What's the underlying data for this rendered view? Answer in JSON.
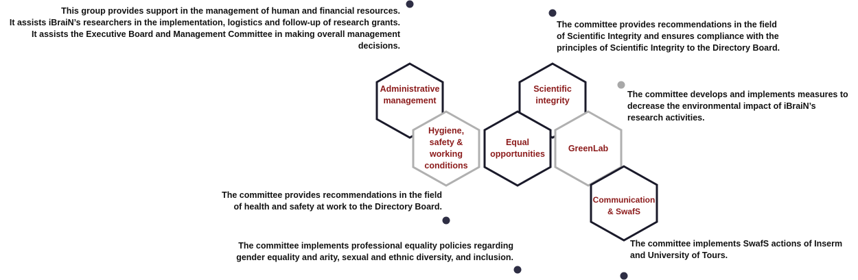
{
  "colors": {
    "label": "#8b1a1a",
    "text": "#111111",
    "hex_dark": "#1a1a2a",
    "hex_light": "#b0b0b0",
    "dot": "#2e2e44"
  },
  "committees": {
    "administrative": {
      "label": [
        "Administrative",
        "management"
      ],
      "description": [
        "This group provides support in the management of human and financial resources.",
        "It assists iBraiN’s researchers in the implementation, logistics and follow-up of research grants.",
        "It assists the Executive Board and Management Committee in making overall management",
        "decisions."
      ]
    },
    "scientific": {
      "label": [
        "Scientific",
        "integrity"
      ],
      "description": [
        "The committee provides recommendations in the field",
        "of Scientific Integrity and ensures compliance with the",
        "principles of Scientific Integrity to the Directory Board."
      ]
    },
    "hygiene": {
      "label": [
        "Hygiene,",
        "safety &",
        "working",
        "conditions"
      ],
      "description": [
        "The committee provides recommendations in the field",
        "of health and safety at work to the Directory Board."
      ]
    },
    "equal": {
      "label": [
        "Equal",
        "opportunities"
      ],
      "description": [
        "The committee implements professional equality policies regarding",
        "gender equality and arity, sexual and ethnic diversity, and inclusion."
      ]
    },
    "greenlab": {
      "label": [
        "GreenLab"
      ],
      "description": [
        "The committee develops and implements measures to",
        "decrease the environmental impact of iBraiN’s",
        "research activities."
      ]
    },
    "communication": {
      "label": [
        "Communication",
        "& SwafS"
      ],
      "description": [
        "The committee implements SwafS actions of Inserm",
        "and University of Tours."
      ]
    }
  }
}
